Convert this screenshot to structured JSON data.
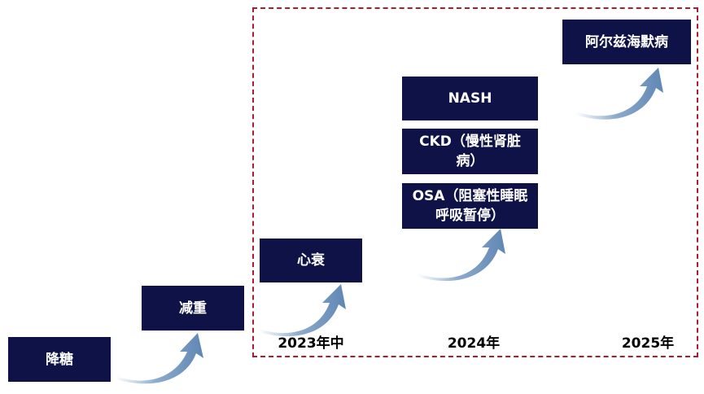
{
  "stages": [
    {
      "id": "stage-1",
      "label": "降糖"
    },
    {
      "id": "stage-2",
      "label": "减重"
    },
    {
      "id": "stage-3",
      "label": "心衰"
    },
    {
      "id": "stage-4a",
      "label": "NASH"
    },
    {
      "id": "stage-4b",
      "label": "CKD（慢性肾脏病）"
    },
    {
      "id": "stage-4c",
      "label": "OSA（阻塞性睡眠呼吸暂停）"
    },
    {
      "id": "stage-5",
      "label": "阿尔兹海默病"
    }
  ],
  "years": [
    "2023年中",
    "2024年",
    "2025年"
  ],
  "colors": {
    "box": "#0f1247",
    "box_text": "#ffffff",
    "arrow": "#5f86b3",
    "dashed_border": "#b01c2e"
  }
}
